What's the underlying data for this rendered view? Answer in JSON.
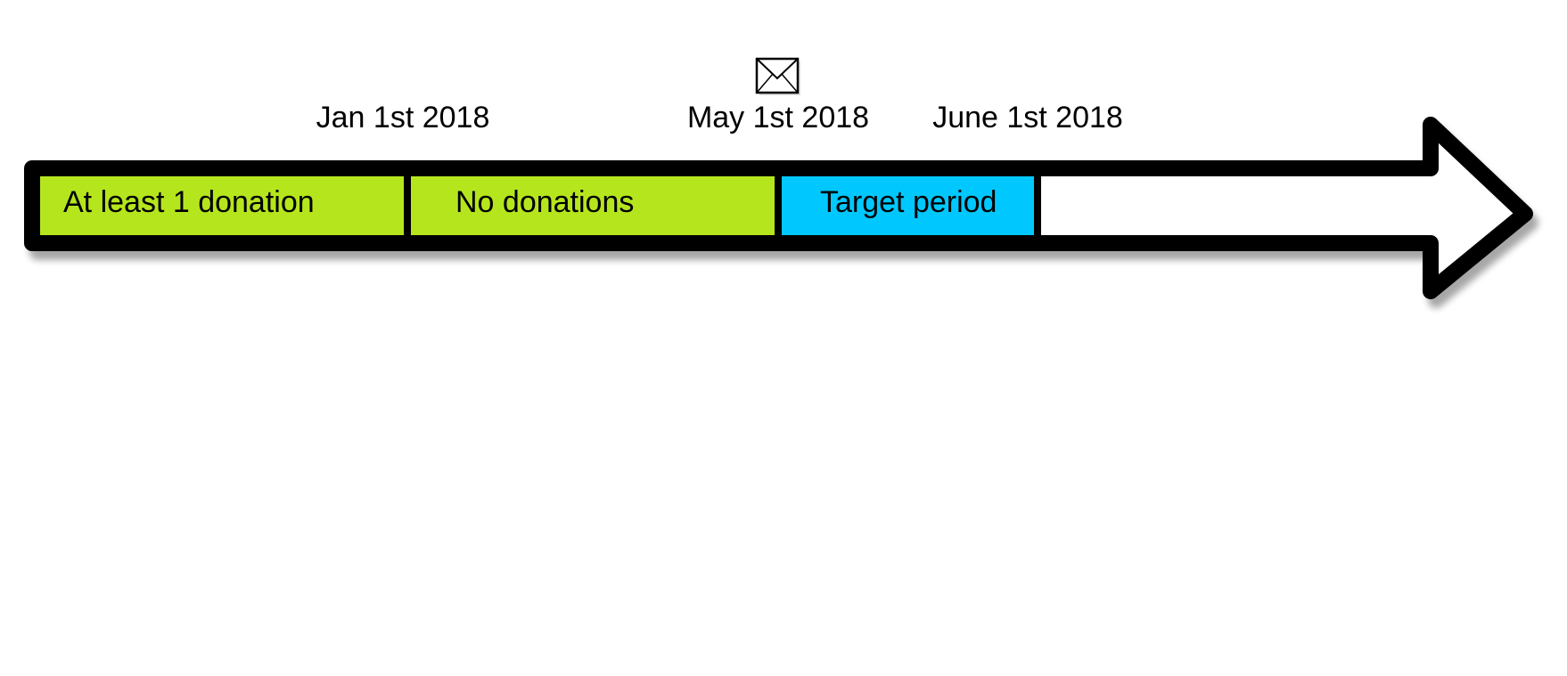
{
  "timeline": {
    "dates": [
      {
        "id": "jan",
        "label": "Jan 1st 2018"
      },
      {
        "id": "may",
        "label": "May 1st 2018"
      },
      {
        "id": "june",
        "label": "June 1st 2018"
      }
    ],
    "segments": [
      {
        "id": "donation",
        "label": "At least 1 donation",
        "color": "#b5e61d"
      },
      {
        "id": "no-donations",
        "label": "No donations",
        "color": "#b5e61d"
      },
      {
        "id": "target",
        "label": "Target period",
        "color": "#00c8ff"
      }
    ],
    "marker_icon": "envelope-icon",
    "arrow_fill": "#ffffff",
    "outline_color": "#000000"
  }
}
